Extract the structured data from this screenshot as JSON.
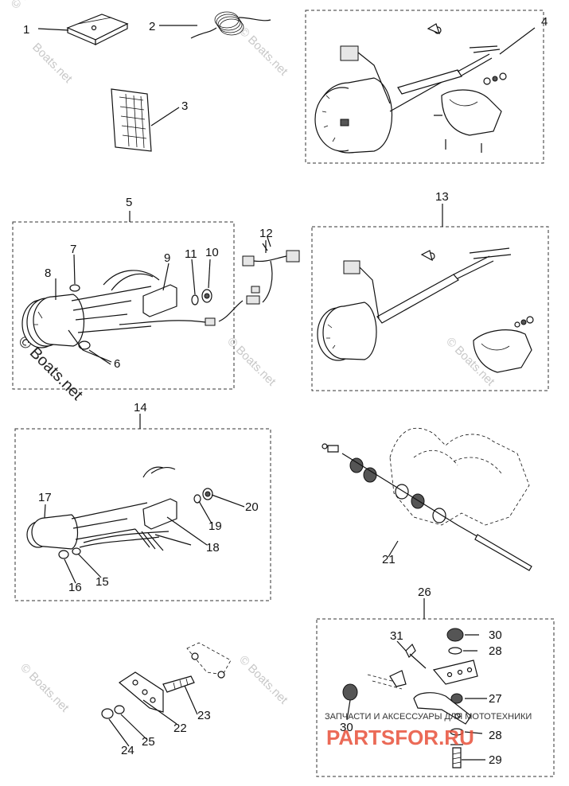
{
  "callouts": [
    "1",
    "2",
    "3",
    "4",
    "5",
    "6",
    "7",
    "8",
    "9",
    "10",
    "11",
    "12",
    "13",
    "14",
    "15",
    "16",
    "17",
    "18",
    "19",
    "20",
    "21",
    "22",
    "23",
    "24",
    "25",
    "26",
    "27",
    "28",
    "29",
    "30",
    "31"
  ],
  "watermarks": {
    "boats": "© Boats.net",
    "boats_short": "Boats.net"
  },
  "brand_overlay": {
    "tagline": "ЗАПЧАСТИ И АКСЕССУАРЫ ДЛЯ МОТОТЕХНИКИ",
    "logo": "PARTSFOR.RU"
  },
  "colors": {
    "line": "#111111",
    "watermark": "#c8c8c8",
    "brand": "#e8503a"
  }
}
